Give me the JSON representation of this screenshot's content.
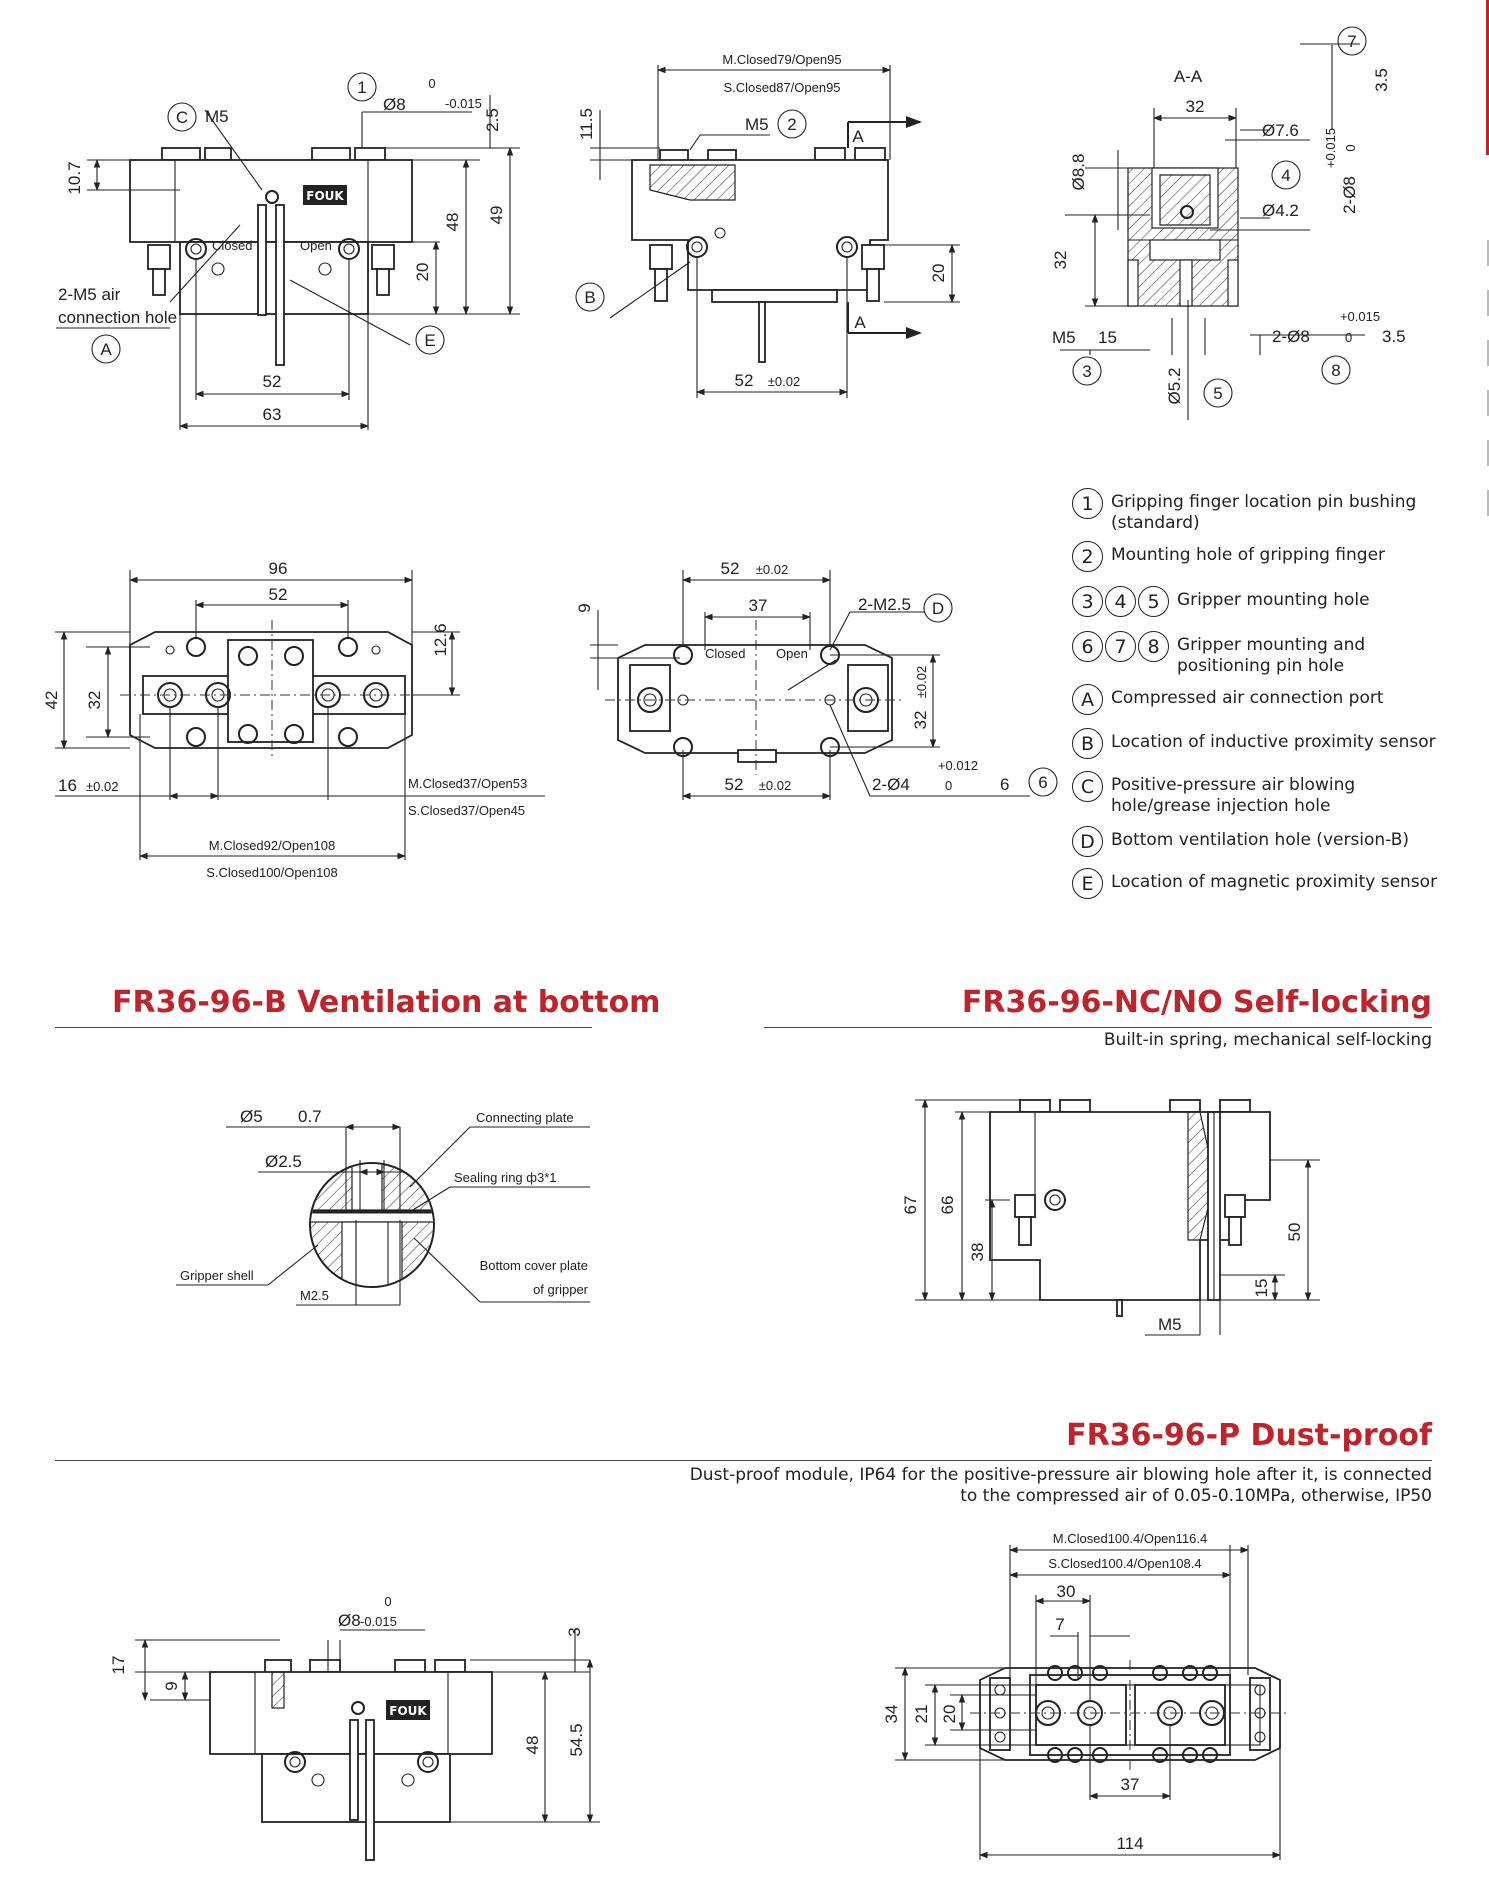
{
  "top_views": {
    "front_view_labels": {
      "callout_1": "1",
      "pin_dia": "Ø8",
      "pin_tol_upper": "0",
      "pin_tol_lower": "-0.015",
      "dim_2_5": "2.5",
      "callout_C": "C",
      "m5": "M5",
      "dim_10_7": "10.7",
      "closed": "Closed",
      "open": "Open",
      "air_hole_line1": "2-M5 air",
      "air_hole_line2": "connection hole",
      "callout_A": "A",
      "callout_E": "E",
      "dim_48": "48",
      "dim_49": "49",
      "dim_20": "20",
      "dim_52": "52",
      "dim_63": "63",
      "logo": "FOUK"
    },
    "side_view_labels": {
      "m_closed_open": "M.Closed79/Open95",
      "s_closed_open": "S.Closed87/Open95",
      "dim_11_5": "11.5",
      "m5": "M5",
      "callout_2": "2",
      "section_a_top": "A",
      "section_a_bottom": "A",
      "callout_B": "B",
      "dim_20": "20",
      "dim_52": "52",
      "tol_52": "±0.02"
    },
    "section_aa_labels": {
      "title": "A-A",
      "callout_7": "7",
      "depth_3_5_top": "3.5",
      "dim_32": "32",
      "dia_7_6": "Ø7.6",
      "callout_4": "4",
      "dia_4_2": "Ø4.2",
      "dia_8_8": "Ø8.8",
      "tol_015": "+0.015",
      "tol_0": "0",
      "dia_2_8": "2-Ø8",
      "dim_32_v": "32",
      "m5_15": "M5",
      "depth_15": "15",
      "callout_3": "3",
      "dia_5_2": "Ø5.2",
      "callout_5": "5",
      "tol_015_b": "+0.015",
      "dia_2_8_b": "2-Ø8",
      "tol_0_b": "0",
      "depth_3_5_b": "3.5",
      "callout_8": "8"
    },
    "top_view_labels": {
      "dim_96": "96",
      "dim_52": "52",
      "dim_12_6": "12.6",
      "dim_42": "42",
      "dim_32": "32",
      "dim_16": "16",
      "tol_16": "±0.02",
      "m_closed_open": "M.Closed37/Open53",
      "s_closed_open": "S.Closed37/Open45",
      "m_closed_open2": "M.Closed92/Open108",
      "s_closed_open2": "S.Closed100/Open108"
    },
    "bottom_view_labels": {
      "dim_52_top": "52",
      "tol_52_top": "±0.02",
      "dim_37": "37",
      "m2_5": "2-M2.5",
      "callout_D": "D",
      "dim_9": "9",
      "closed": "Closed",
      "open": "Open",
      "dim_32": "32",
      "tol_32": "±0.02",
      "dim_52_bot": "52",
      "tol_52_bot": "±0.02",
      "tol_012": "+0.012",
      "dia_2_4": "2-Ø4",
      "tol_0": "0",
      "depth_6": "6",
      "callout_6": "6"
    }
  },
  "legend": [
    {
      "nums": [
        "1"
      ],
      "text": "Gripping finger location pin bushing (standard)"
    },
    {
      "nums": [
        "2"
      ],
      "text": "Mounting hole of gripping finger"
    },
    {
      "nums": [
        "3",
        "4",
        "5"
      ],
      "text": "Gripper mounting hole"
    },
    {
      "nums": [
        "6",
        "7",
        "8"
      ],
      "text": "Gripper mounting and positioning pin hole"
    },
    {
      "nums": [
        "A"
      ],
      "text": "Compressed air connection port"
    },
    {
      "nums": [
        "B"
      ],
      "text": "Location of inductive proximity sensor"
    },
    {
      "nums": [
        "C"
      ],
      "text": "Positive-pressure air blowing hole/grease injection hole"
    },
    {
      "nums": [
        "D"
      ],
      "text": "Bottom ventilation hole (version-B)"
    },
    {
      "nums": [
        "E"
      ],
      "text": "Location of magnetic proximity sensor"
    }
  ],
  "sections": {
    "ventilation": {
      "title": "FR36-96-B Ventilation at bottom",
      "dia_5": "Ø5",
      "depth_0_7": "0.7",
      "dia_2_5": "Ø2.5",
      "connecting_plate": "Connecting plate",
      "sealing_ring": "Sealing ring ф3*1",
      "gripper_shell": "Gripper shell",
      "m2_5": "M2.5",
      "bottom_cover_line1": "Bottom cover plate",
      "bottom_cover_line2": "of gripper"
    },
    "self_locking": {
      "title": "FR36-96-NC/NO Self-locking",
      "subtitle": "Built-in spring, mechanical self-locking",
      "dim_67": "67",
      "dim_66": "66",
      "dim_38": "38",
      "dim_50": "50",
      "dim_15": "15",
      "m5": "M5"
    },
    "dust_proof": {
      "title": "FR36-96-P Dust-proof",
      "subtitle_line1": "Dust-proof module, IP64 for the positive-pressure air blowing hole after it, is connected",
      "subtitle_line2": "to the compressed air of 0.05-0.10MPa, otherwise, IP50",
      "dim_17": "17",
      "dim_9": "9",
      "pin_dia": "Ø8",
      "pin_tol_upper": "0",
      "pin_tol_lower": "-0.015",
      "dim_3": "3",
      "dim_48": "48",
      "dim_54_5": "54.5",
      "logo": "FOUK",
      "m_closed_open": "M.Closed100.4/Open116.4",
      "s_closed_open": "S.Closed100.4/Open108.4",
      "dim_30": "30",
      "dim_7": "7",
      "dim_34": "34",
      "dim_21": "21",
      "dim_20": "20",
      "dim_37": "37",
      "dim_114": "114"
    }
  }
}
